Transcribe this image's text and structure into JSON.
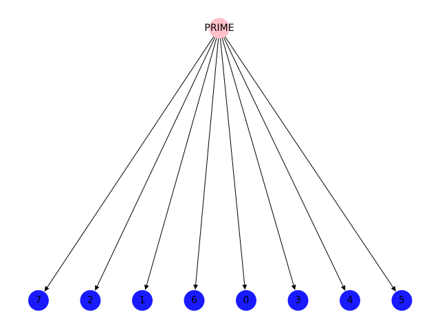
{
  "diagram": {
    "type": "directed-graph",
    "root": {
      "label": "PRIME",
      "color": "#ffc0cb"
    },
    "leaf_color": "#1a1aff",
    "edge_color": "#000000",
    "leaves": [
      {
        "label": "7"
      },
      {
        "label": "2"
      },
      {
        "label": "1"
      },
      {
        "label": "6"
      },
      {
        "label": "0"
      },
      {
        "label": "3"
      },
      {
        "label": "4"
      },
      {
        "label": "5"
      }
    ],
    "edges": [
      {
        "from": "PRIME",
        "to": "7"
      },
      {
        "from": "PRIME",
        "to": "2"
      },
      {
        "from": "PRIME",
        "to": "1"
      },
      {
        "from": "PRIME",
        "to": "6"
      },
      {
        "from": "PRIME",
        "to": "0"
      },
      {
        "from": "PRIME",
        "to": "3"
      },
      {
        "from": "PRIME",
        "to": "4"
      },
      {
        "from": "PRIME",
        "to": "5"
      }
    ]
  }
}
